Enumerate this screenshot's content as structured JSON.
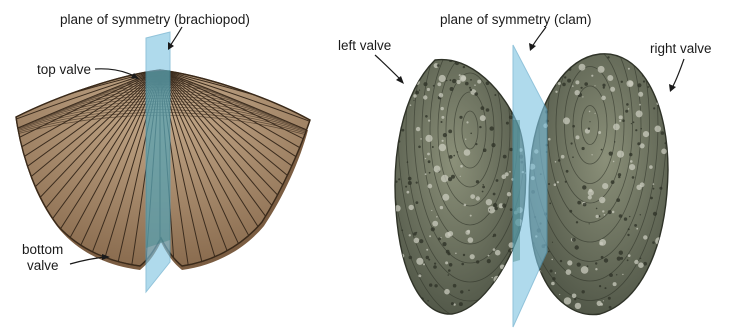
{
  "brachiopod": {
    "plane_label": "plane of symmetry (brachiopod)",
    "top_valve_label": "top valve",
    "bottom_valve_label_line1": "bottom",
    "bottom_valve_label_line2": "valve"
  },
  "clam": {
    "plane_label": "plane of symmetry (clam)",
    "left_valve_label": "left valve",
    "right_valve_label": "right valve"
  },
  "colors": {
    "plane": "#7fc4e2",
    "plane_edge": "#4f9fc4",
    "brachiopod_shell": "#a08566",
    "brachiopod_ribs": "#3b2c1e",
    "clam_shell": "#6d7360",
    "clam_light": "#c9cbbd",
    "clam_dark": "#2f3328"
  }
}
